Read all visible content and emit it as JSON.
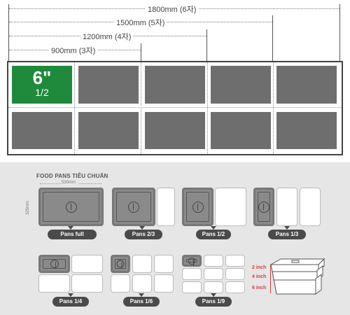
{
  "dimensions": {
    "d1800": "1800mm (6자)",
    "d1500": "1500mm (5자)",
    "d1200": "1200mm (4자)",
    "d900": "900mm (3자)"
  },
  "highlight": {
    "size": "6\"",
    "fraction": "1/2",
    "color": "#1f8a3b"
  },
  "section_title": "FOOD PANS TIÊU CHUẨN",
  "width_note": "530mm",
  "height_note": "325mm",
  "pans": [
    "Pans full",
    "Pans 2/3",
    "Pans 1/2",
    "Pans 1/3",
    "Pans 1/4",
    "Pans 1/6",
    "Pans 1/9"
  ],
  "depths": [
    "2 inch",
    "4 inch",
    "6 inch"
  ],
  "colors": {
    "cell": "#6e6e6e",
    "pill": "#4a4a4a",
    "depth_label": "#d04040"
  }
}
